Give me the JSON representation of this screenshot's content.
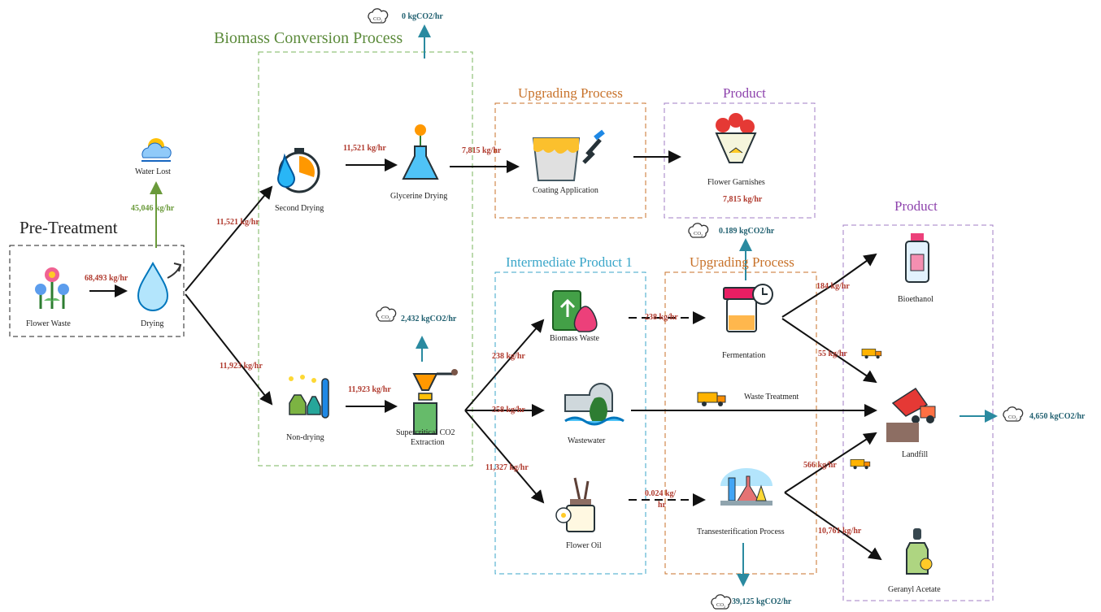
{
  "titles": {
    "pretreatment": "Pre-Treatment",
    "biomass": "Biomass Conversion Process",
    "upgrading_top": "Upgrading Process",
    "product_top": "Product",
    "intermediate": "Intermediate Product 1",
    "upgrading_bottom": "Upgrading Process",
    "product_right": "Product"
  },
  "nodes": {
    "flower_waste": "Flower Waste",
    "drying": "Drying",
    "water_lost": "Water Lost",
    "second_drying": "Second Drying",
    "glycerine_drying": "Glycerine Drying",
    "coating": "Coating Application",
    "garnishes": "Flower Garnishes",
    "non_drying": "Non-drying",
    "sc_extraction_1": "Supercritical CO2",
    "sc_extraction_2": "Extraction",
    "biomass_waste": "Biomass Waste",
    "wastewater": "Wastewater",
    "flower_oil": "Flower Oil",
    "fermentation": "Fermentation",
    "transesterification": "Transesterification Process",
    "bioethanol": "Bioethanol",
    "landfill": "Landfill",
    "geranyl": "Geranyl Acetate",
    "waste_treatment": "Waste Treatment"
  },
  "flows": {
    "fw_to_drying": "68,493 kg/hr",
    "water_lost": "45,046 kg/hr",
    "to_second_drying": "11,521 kg/hr",
    "to_glycerine": "11,521 kg/hr",
    "to_coating": "7,815 kg/hr",
    "garnish_output": "7,815 kg/hr",
    "to_non_drying": "11,923 kg/hr",
    "to_extraction": "11,923 kg/hr",
    "to_biomass_waste": "238 kg/hr",
    "to_wastewater": "358 kg/hr",
    "to_flower_oil": "11,327 kg/hr",
    "to_fermentation": "238 kg/hr",
    "to_bioethanol": "184 kg/hr",
    "ferm_to_landfill": "55 kg/hr",
    "to_trans_1": "0.024 kg/",
    "to_trans_2": "hr",
    "trans_to_landfill": "566 kg/hr",
    "to_geranyl": "10,761 kg/hr"
  },
  "emissions": {
    "second_drying": "0 kgCO2/hr",
    "fermentation": "0.189 kgCO2/hr",
    "extraction": "2,432 kgCO2/hr",
    "landfill": "4,650 kgCO2/hr",
    "transesterification": "39,125 kgCO2/hr"
  },
  "icons": [
    "co2-cloud-icon",
    "flower-icon",
    "water-drop-icon",
    "sun-cloud-icon",
    "stopwatch-icon",
    "flask-flower-icon",
    "paint-bucket-icon",
    "bouquet-icon",
    "lab-test-icon",
    "extractor-icon",
    "recycle-bin-icon",
    "wastewater-pipe-icon",
    "oil-diffuser-icon",
    "fermentation-jar-icon",
    "lab-beakers-icon",
    "bottle-icon",
    "dump-truck-icon",
    "dropper-bottle-icon",
    "truck-icon"
  ],
  "colors": {
    "flow_red": "#b03a2e",
    "co2_teal": "#1f5f6f",
    "green": "#6a9a3a",
    "biomass_box": "#7ab55c",
    "upgrading_box": "#c8722a",
    "product_box": "#a07cc5",
    "intermediate_box": "#3aa6c9",
    "product_title": "#8e44ad"
  }
}
